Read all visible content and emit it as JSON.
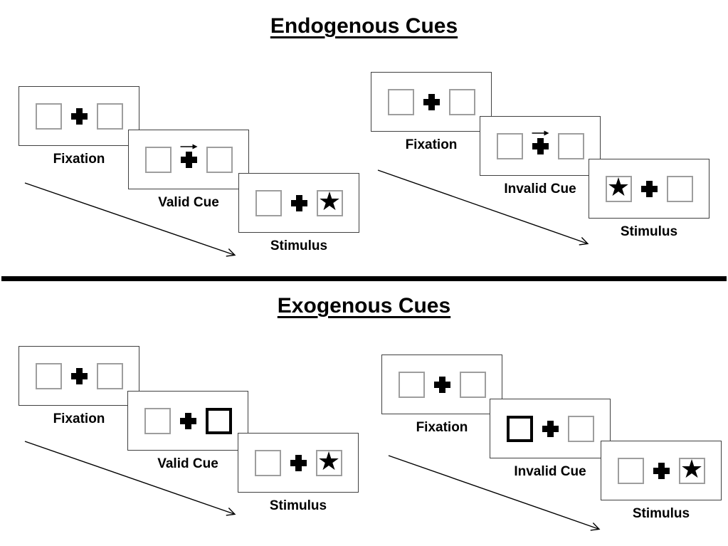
{
  "sections": [
    {
      "title": "Endogenous Cues",
      "groups": [
        {
          "name": "endogenous-valid",
          "frames": [
            {
              "label": "Fixation",
              "type": "fixation"
            },
            {
              "label": "Valid Cue",
              "type": "endogenous-cue",
              "cue_direction": "right"
            },
            {
              "label": "Stimulus",
              "type": "stimulus",
              "star_position": "right"
            }
          ]
        },
        {
          "name": "endogenous-invalid",
          "frames": [
            {
              "label": "Fixation",
              "type": "fixation"
            },
            {
              "label": "Invalid Cue",
              "type": "endogenous-cue",
              "cue_direction": "right"
            },
            {
              "label": "Stimulus",
              "type": "stimulus",
              "star_position": "left"
            }
          ]
        }
      ]
    },
    {
      "title": "Exogenous Cues",
      "groups": [
        {
          "name": "exogenous-valid",
          "frames": [
            {
              "label": "Fixation",
              "type": "fixation"
            },
            {
              "label": "Valid Cue",
              "type": "exogenous-cue",
              "highlighted_box": "right"
            },
            {
              "label": "Stimulus",
              "type": "stimulus",
              "star_position": "right"
            }
          ]
        },
        {
          "name": "exogenous-invalid",
          "frames": [
            {
              "label": "Fixation",
              "type": "fixation"
            },
            {
              "label": "Invalid Cue",
              "type": "exogenous-cue",
              "highlighted_box": "left"
            },
            {
              "label": "Stimulus",
              "type": "stimulus",
              "star_position": "right"
            }
          ]
        }
      ]
    }
  ],
  "symbols": {
    "fixation_cross": "+",
    "star": "★",
    "cue_arrow": "→"
  },
  "colors": {
    "square_border": "#9e9e9e",
    "panel_border": "#404040",
    "ink": "#000000"
  }
}
